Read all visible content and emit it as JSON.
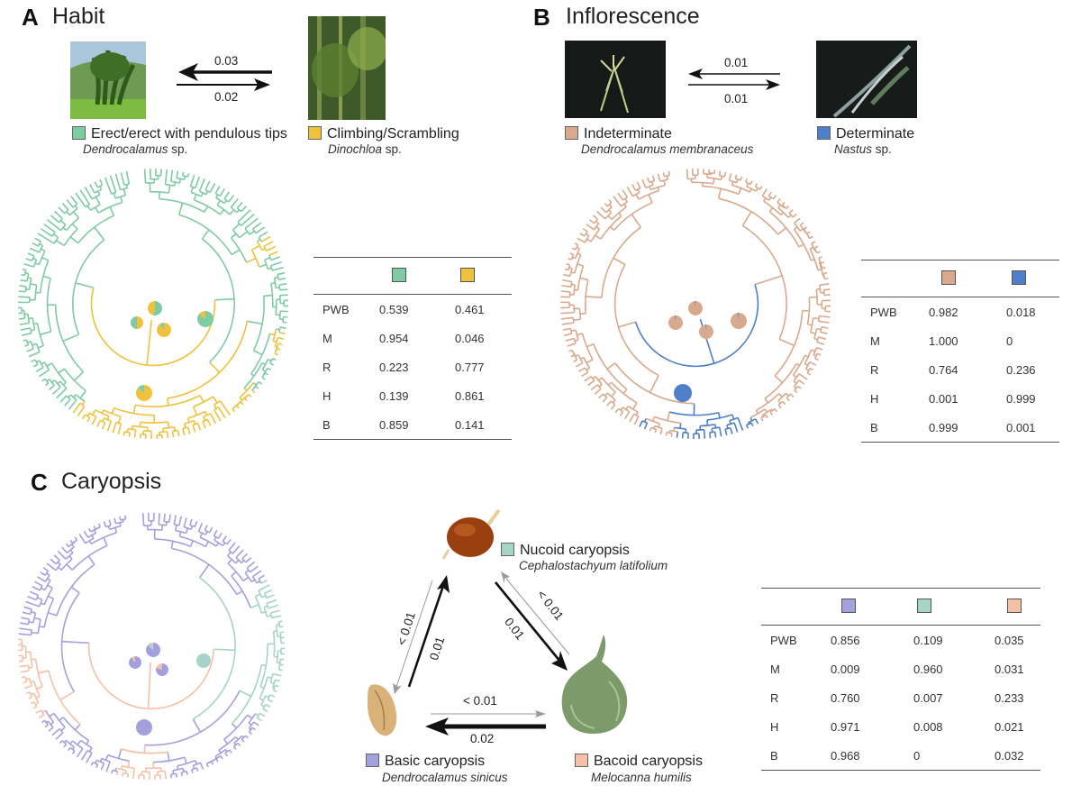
{
  "colors": {
    "erect": "#7fcba4",
    "climbing": "#efc23e",
    "indeterminate": "#d9a98e",
    "determinate": "#4f7fc8",
    "basic": "#a3a1dd",
    "nucoid": "#a6d4c6",
    "bacoid": "#f5c1a6",
    "photo_bamboo": "#4d7a2c",
    "photo_forest": "#3d5a28",
    "photo_dark": "#151a18"
  },
  "panelA": {
    "letter": "A",
    "title": "Habit",
    "state1": {
      "label": "Erect/erect with pendulous tips",
      "genus": "Dendrocalamus",
      "suffix": " sp."
    },
    "state2": {
      "label": "Climbing/Scrambling",
      "genus": "Dinochloa",
      "suffix": " sp."
    },
    "rate_top": "0.03",
    "rate_bottom": "0.02",
    "table": {
      "rows": [
        {
          "name": "PWB",
          "v1": "0.539",
          "v2": "0.461"
        },
        {
          "name": "M",
          "v1": "0.954",
          "v2": "0.046"
        },
        {
          "name": "R",
          "v1": "0.223",
          "v2": "0.777"
        },
        {
          "name": "H",
          "v1": "0.139",
          "v2": "0.861"
        },
        {
          "name": "B",
          "v1": "0.859",
          "v2": "0.141"
        }
      ]
    }
  },
  "panelB": {
    "letter": "B",
    "title": "Inflorescence",
    "state1": {
      "label": "Indeterminate",
      "genus": "Dendrocalamus membranaceus",
      "suffix": ""
    },
    "state2": {
      "label": "Determinate",
      "genus": "Nastus",
      "suffix": " sp."
    },
    "rate_top": "0.01",
    "rate_bottom": "0.01",
    "table": {
      "rows": [
        {
          "name": "PWB",
          "v1": "0.982",
          "v2": "0.018"
        },
        {
          "name": "M",
          "v1": "1.000",
          "v2": "0"
        },
        {
          "name": "R",
          "v1": "0.764",
          "v2": "0.236"
        },
        {
          "name": "H",
          "v1": "0.001",
          "v2": "0.999"
        },
        {
          "name": "B",
          "v1": "0.999",
          "v2": "0.001"
        }
      ]
    }
  },
  "panelC": {
    "letter": "C",
    "title": "Caryopsis",
    "nucoid": {
      "label": "Nucoid caryopsis",
      "genus": "Cephalostachyum latifolium"
    },
    "basic": {
      "label": "Basic caryopsis",
      "genus": "Dendrocalamus sinicus"
    },
    "bacoid": {
      "label": "Bacoid caryopsis",
      "genus": "Melocanna humilis"
    },
    "rate_basic_to_nucoid": "0.01",
    "rate_nucoid_to_basic": "< 0.01",
    "rate_nucoid_to_bacoid": "0.01",
    "rate_bacoid_to_nucoid": "< 0.01",
    "rate_basic_to_bacoid": "< 0.01",
    "rate_bacoid_to_basic": "0.02",
    "table": {
      "rows": [
        {
          "name": "PWB",
          "v1": "0.856",
          "v2": "0.109",
          "v3": "0.035"
        },
        {
          "name": "M",
          "v1": "0.009",
          "v2": "0.960",
          "v3": "0.031"
        },
        {
          "name": "R",
          "v1": "0.760",
          "v2": "0.007",
          "v3": "0.233"
        },
        {
          "name": "H",
          "v1": "0.971",
          "v2": "0.008",
          "v3": "0.021"
        },
        {
          "name": "B",
          "v1": "0.968",
          "v2": "0",
          "v3": "0.032"
        }
      ]
    }
  }
}
